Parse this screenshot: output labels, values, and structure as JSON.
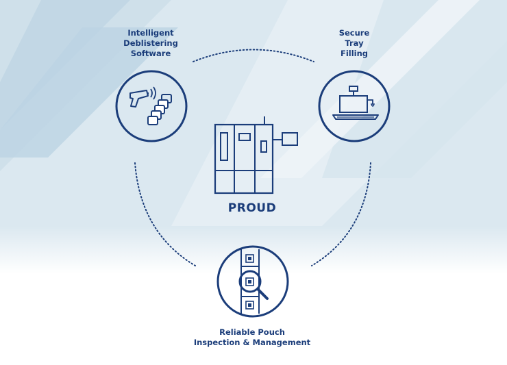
{
  "center": {
    "label": "PROUD",
    "icon": "proud-machine-icon"
  },
  "nodes": [
    {
      "id": "deblistering",
      "lines": [
        "Intelligent",
        "Deblistering",
        "Software"
      ],
      "icon": "scanner-packages-icon"
    },
    {
      "id": "tray",
      "lines": [
        "Secure",
        "Tray",
        "Filling"
      ],
      "icon": "tray-filling-station-icon"
    },
    {
      "id": "pouch",
      "lines": [
        "Reliable Pouch",
        "Inspection & Management"
      ],
      "icon": "pouch-inspection-icon"
    }
  ],
  "colors": {
    "primary": "#1b3d7a",
    "background_tint": "#c9dde9"
  }
}
